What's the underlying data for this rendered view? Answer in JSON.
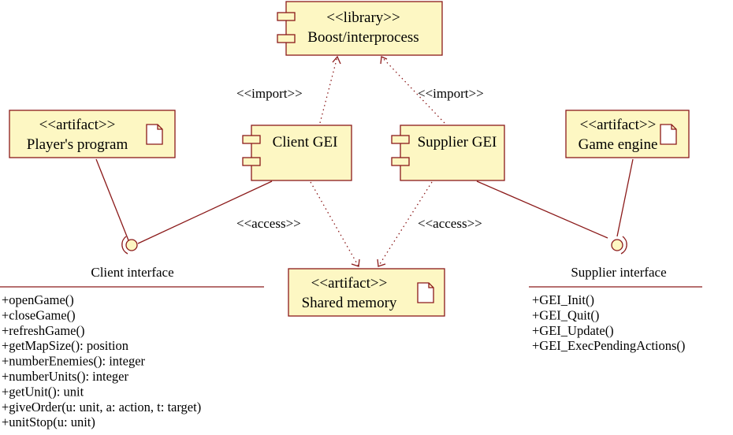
{
  "components": {
    "boost": {
      "stereotype": "<<library>>",
      "name": "Boost/interprocess"
    },
    "client_gei": {
      "name": "Client GEI"
    },
    "supplier_gei": {
      "name": "Supplier GEI"
    }
  },
  "artifacts": {
    "players_program": {
      "stereotype": "<<artifact>>",
      "name": "Player's program"
    },
    "game_engine": {
      "stereotype": "<<artifact>>",
      "name": "Game engine"
    },
    "shared_memory": {
      "stereotype": "<<artifact>>",
      "name": "Shared memory"
    }
  },
  "dependencies": {
    "import_left": "<<import>>",
    "import_right": "<<import>>",
    "access_left": "<<access>>",
    "access_right": "<<access>>"
  },
  "interfaces": {
    "client": {
      "name": "Client interface",
      "operations": [
        "+openGame()",
        "+closeGame()",
        "+refreshGame()",
        "+getMapSize(): position",
        "+numberEnemies(): integer",
        "+numberUnits(): integer",
        "+getUnit(): unit",
        "+giveOrder(u: unit, a: action, t: target)",
        "+unitStop(u: unit)"
      ]
    },
    "supplier": {
      "name": "Supplier interface",
      "operations": [
        "+GEI_Init()",
        "+GEI_Quit()",
        "+GEI_Update()",
        "+GEI_ExecPendingActions()"
      ]
    }
  },
  "colors": {
    "fill": "#fdf7c3",
    "stroke": "#8b1a1a"
  }
}
